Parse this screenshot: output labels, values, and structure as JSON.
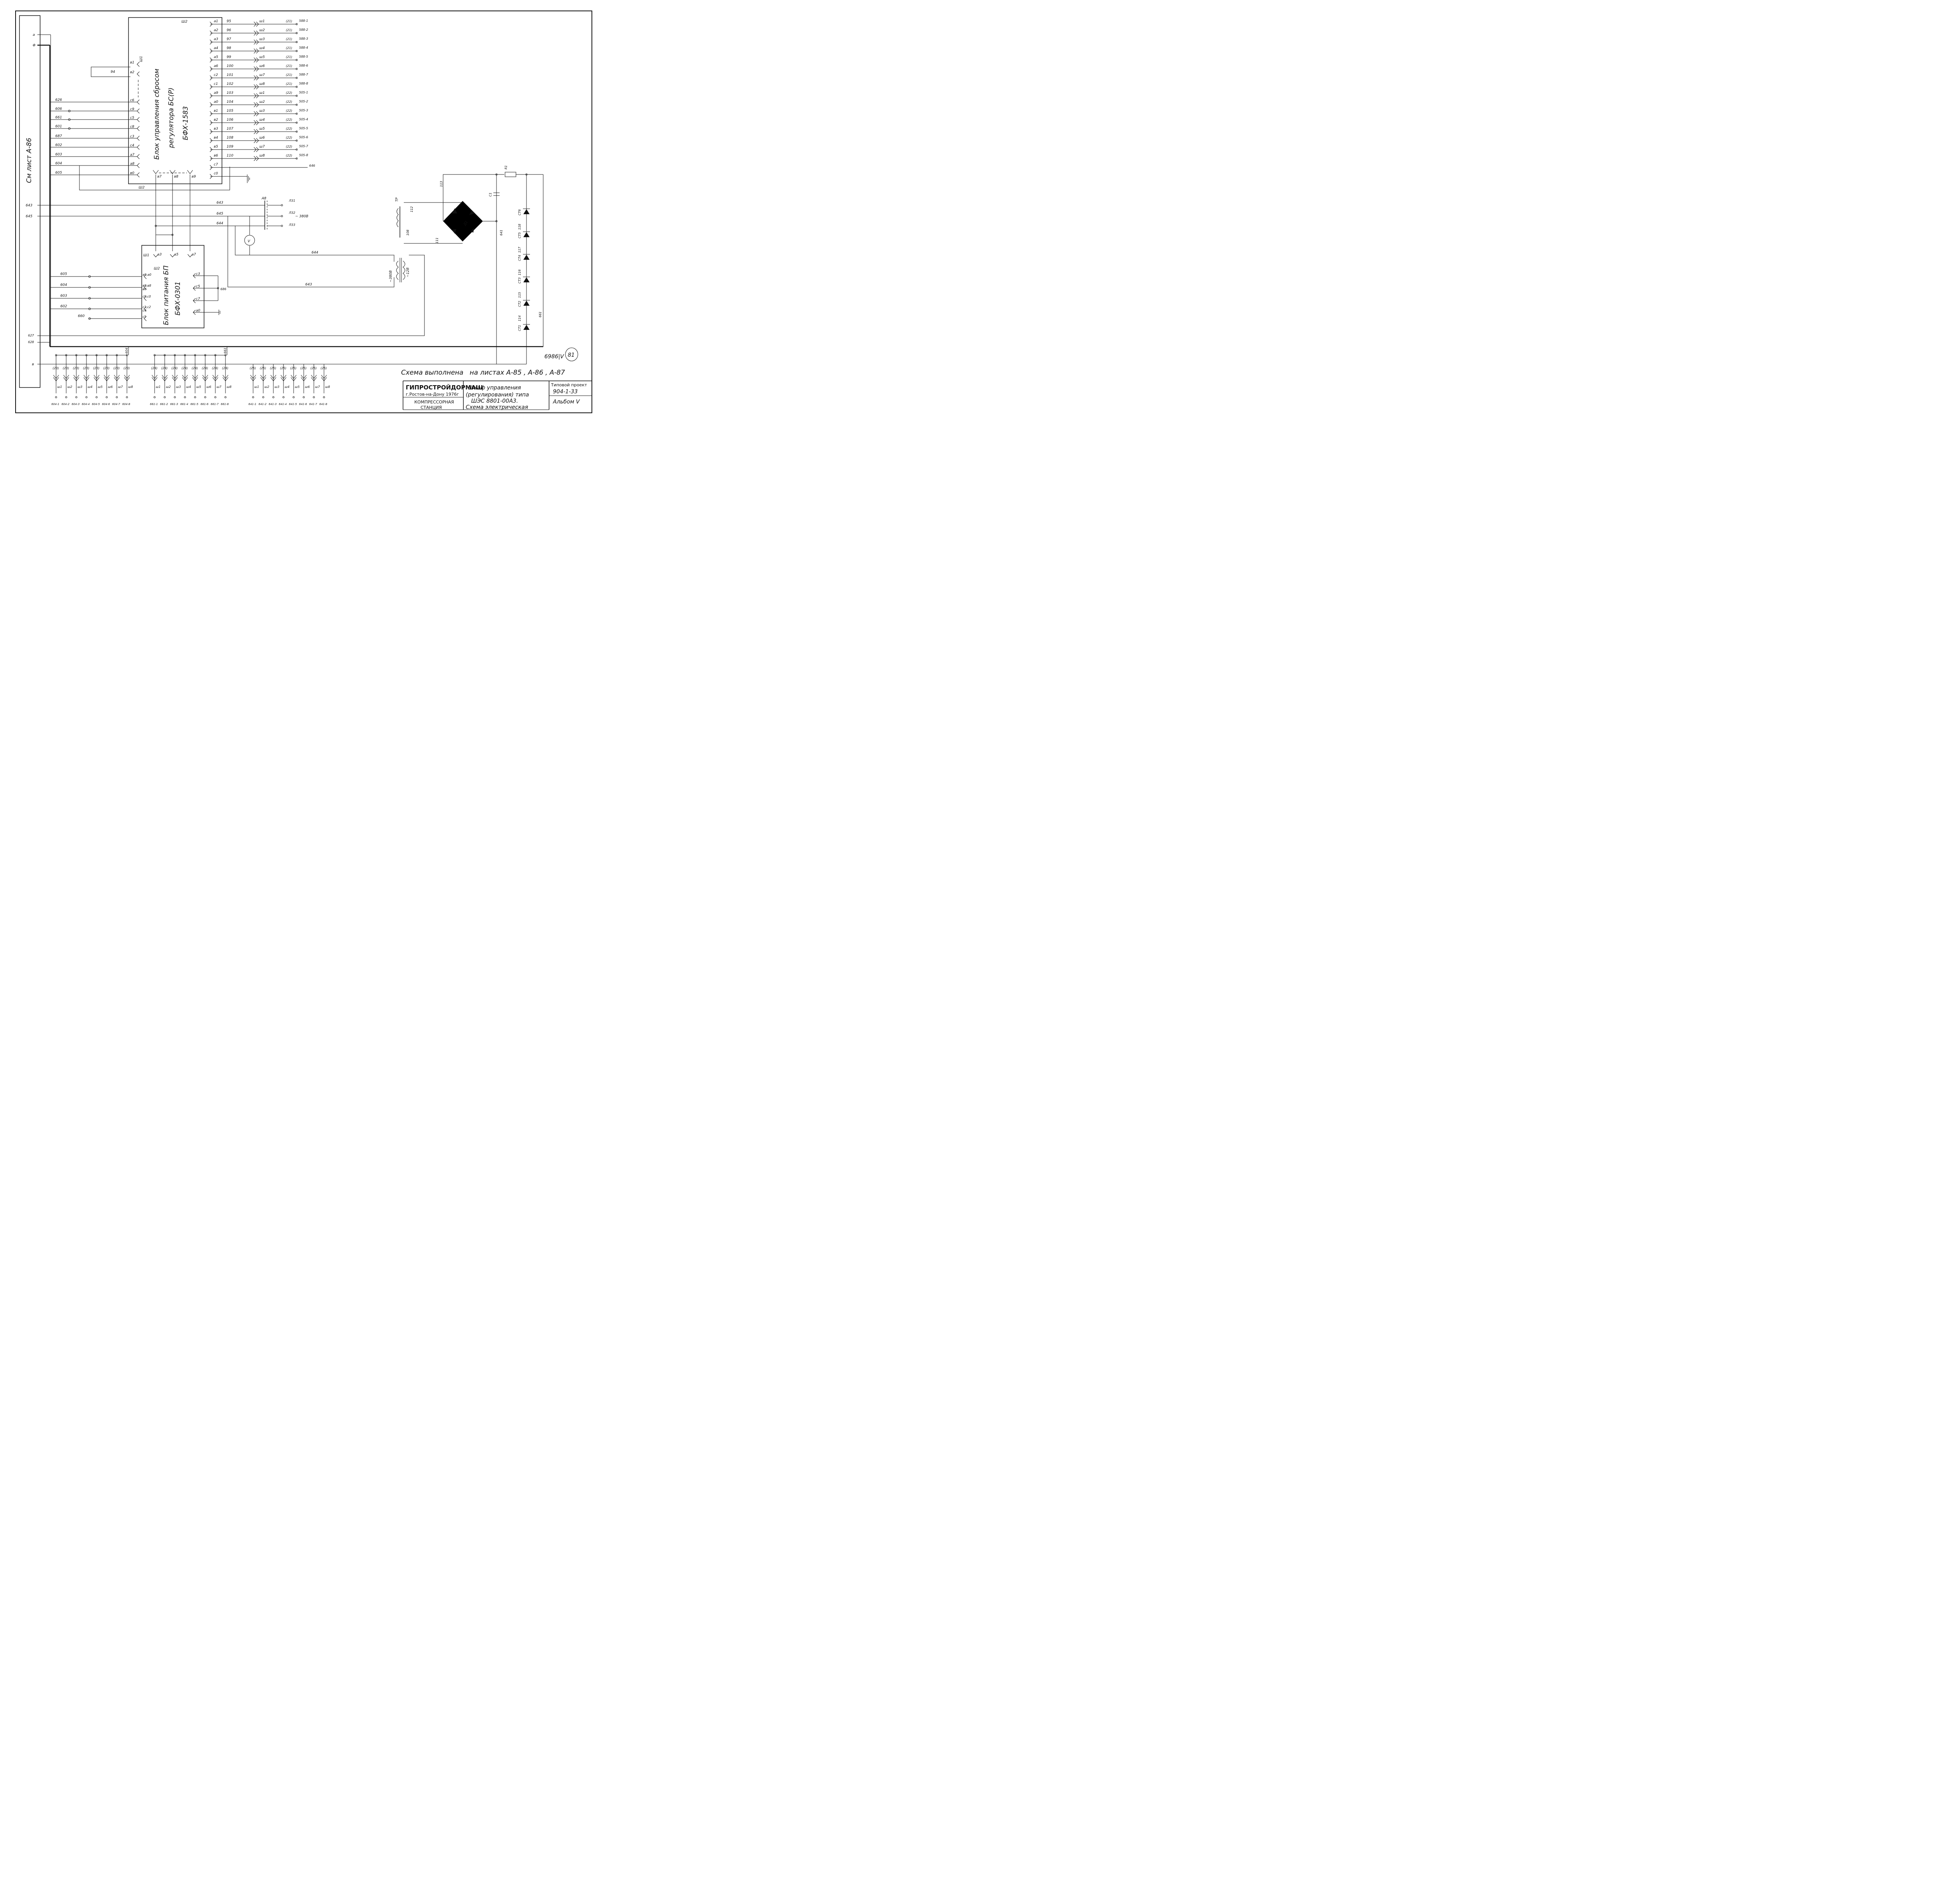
{
  "left_bar": {
    "ref": "См лист А-86",
    "pins": [
      "а",
      "Φ",
      "643",
      "645",
      "627",
      "628",
      "в"
    ]
  },
  "bs_block": {
    "title_lines": [
      "Блок управления сбросом",
      "регулятора БС(Р)",
      "БФХ-1583"
    ],
    "connector": "Ш2",
    "top_connector": "Ш1",
    "left_pins": [
      "в1",
      "в2",
      "с6",
      "с9",
      "с5",
      "с8",
      "с3",
      "с4",
      "а7",
      "а8",
      "в0"
    ],
    "left_wires": [
      "",
      "94",
      "626",
      "606",
      "661",
      "601",
      "687",
      "602",
      "603",
      "604",
      "605"
    ],
    "right_pins": [
      "а1",
      "а2",
      "а3",
      "а4",
      "а5",
      "а6",
      "с2",
      "с1",
      "а9",
      "а0",
      "в1",
      "в2",
      "в3",
      "в4",
      "в5",
      "в6",
      "с7",
      "с0"
    ],
    "right_wires": [
      "95",
      "96",
      "97",
      "98",
      "99",
      "100",
      "101",
      "102",
      "103",
      "104",
      "105",
      "106",
      "107",
      "108",
      "109",
      "110",
      "",
      ""
    ],
    "plugs": [
      "ш1",
      "ш2",
      "ш3",
      "ш4",
      "ш5",
      "ш6",
      "ш7",
      "ш8",
      "ш1",
      "ш2",
      "ш3",
      "ш4",
      "ш5",
      "ш6",
      "ш7",
      "ш8"
    ],
    "groups": [
      "(21)",
      "(21)",
      "(21)",
      "(21)",
      "(21)",
      "(21)",
      "(21)",
      "(21)",
      "(22)",
      "(22)",
      "(22)",
      "(22)",
      "(22)",
      "(22)",
      "(22)",
      "(22)"
    ],
    "terminals": [
      "588-1",
      "588-2",
      "588-3",
      "588-4",
      "588-5",
      "588-6",
      "588-7",
      "588-8",
      "505-1",
      "505-2",
      "505-3",
      "505-4",
      "505-5",
      "505-6",
      "505-7",
      "505-8"
    ],
    "wire_646": "646",
    "bottom_pins": [
      "в7",
      "в8",
      "в9"
    ]
  },
  "mid_wires": {
    "w643": "643",
    "w645": "645",
    "w644": "644",
    "w644b": "644",
    "w643b": "643",
    "breaker": "А8",
    "phases": [
      "Л31",
      "Л32",
      "Л33"
    ],
    "voltage": "~ 380В",
    "meter": "V"
  },
  "bp_block": {
    "title_lines": [
      "Блок питания БП",
      "БФХ-0301"
    ],
    "connector_top": "Ш1",
    "connector_side": "Ш2",
    "top_pins": [
      "а3",
      "а5",
      "а7"
    ],
    "left_pins": [
      "а9,а0",
      "в9,в8\nв0",
      "с9,с0",
      "с1,с2\nс4",
      "с5"
    ],
    "left_wires": [
      "605",
      "604",
      "603",
      "602",
      "660"
    ],
    "right_pins": [
      "с3",
      "с5",
      "с7",
      "а0"
    ],
    "node": "686"
  },
  "transformer": {
    "name": "ТР",
    "primary": "~380В",
    "secondary": "~12В",
    "w1": "112",
    "w2": "108",
    "w3": "111"
  },
  "rectifier": {
    "bridge": "Д1",
    "cap": "С1",
    "res": "R1",
    "w": "113",
    "w641": "641",
    "w661": "661",
    "zeners": [
      "СТ6",
      "СТ5",
      "СТ4",
      "СТ3",
      "СТ2",
      "СТ1"
    ],
    "zwires": [
      "118",
      "117",
      "116",
      "115",
      "114"
    ]
  },
  "bottom_bus": {
    "bus_labels": [
      "604",
      "661"
    ],
    "groups": [
      {
        "num": "(23)",
        "terms": [
          "604-1",
          "604-2",
          "604-3",
          "604-4",
          "604-5",
          "604-6",
          "604-7",
          "604-8"
        ]
      },
      {
        "num": "(24)",
        "terms": [
          "661-1",
          "661-2",
          "661-3",
          "661-4",
          "661-5",
          "661-6",
          "661-7",
          "661-8"
        ]
      },
      {
        "num": "(25)",
        "terms": [
          "641-1",
          "641-2",
          "641-3",
          "641-4",
          "641-5",
          "641-6",
          "641-7",
          "641-8"
        ]
      }
    ],
    "plugs": [
      "ш1",
      "ш2",
      "ш3",
      "ш4",
      "ш5",
      "ш6",
      "ш7",
      "ш8"
    ]
  },
  "notes": {
    "sheet_ref": "6986|V",
    "page_circle": "81",
    "scheme_note": "Схема выполнена   на листах А-85 , А-86 , А-87"
  },
  "title_block": {
    "org": "ГИПРОСТРОЙДОРМАШ",
    "city": "г.Ростов-на-Дону 1976г",
    "object_1": "КОМПРЕССОРНАЯ",
    "object_2": "СТАНЦИЯ",
    "title_1": "Шкаф управления",
    "title_2": "(регулирования) типа",
    "title_3": "ШЭС 8801-00А3.",
    "title_4": "Схема электрическая",
    "project_label": "Типовой проект",
    "project_no": "904-1-33",
    "album": "Альбом V"
  }
}
